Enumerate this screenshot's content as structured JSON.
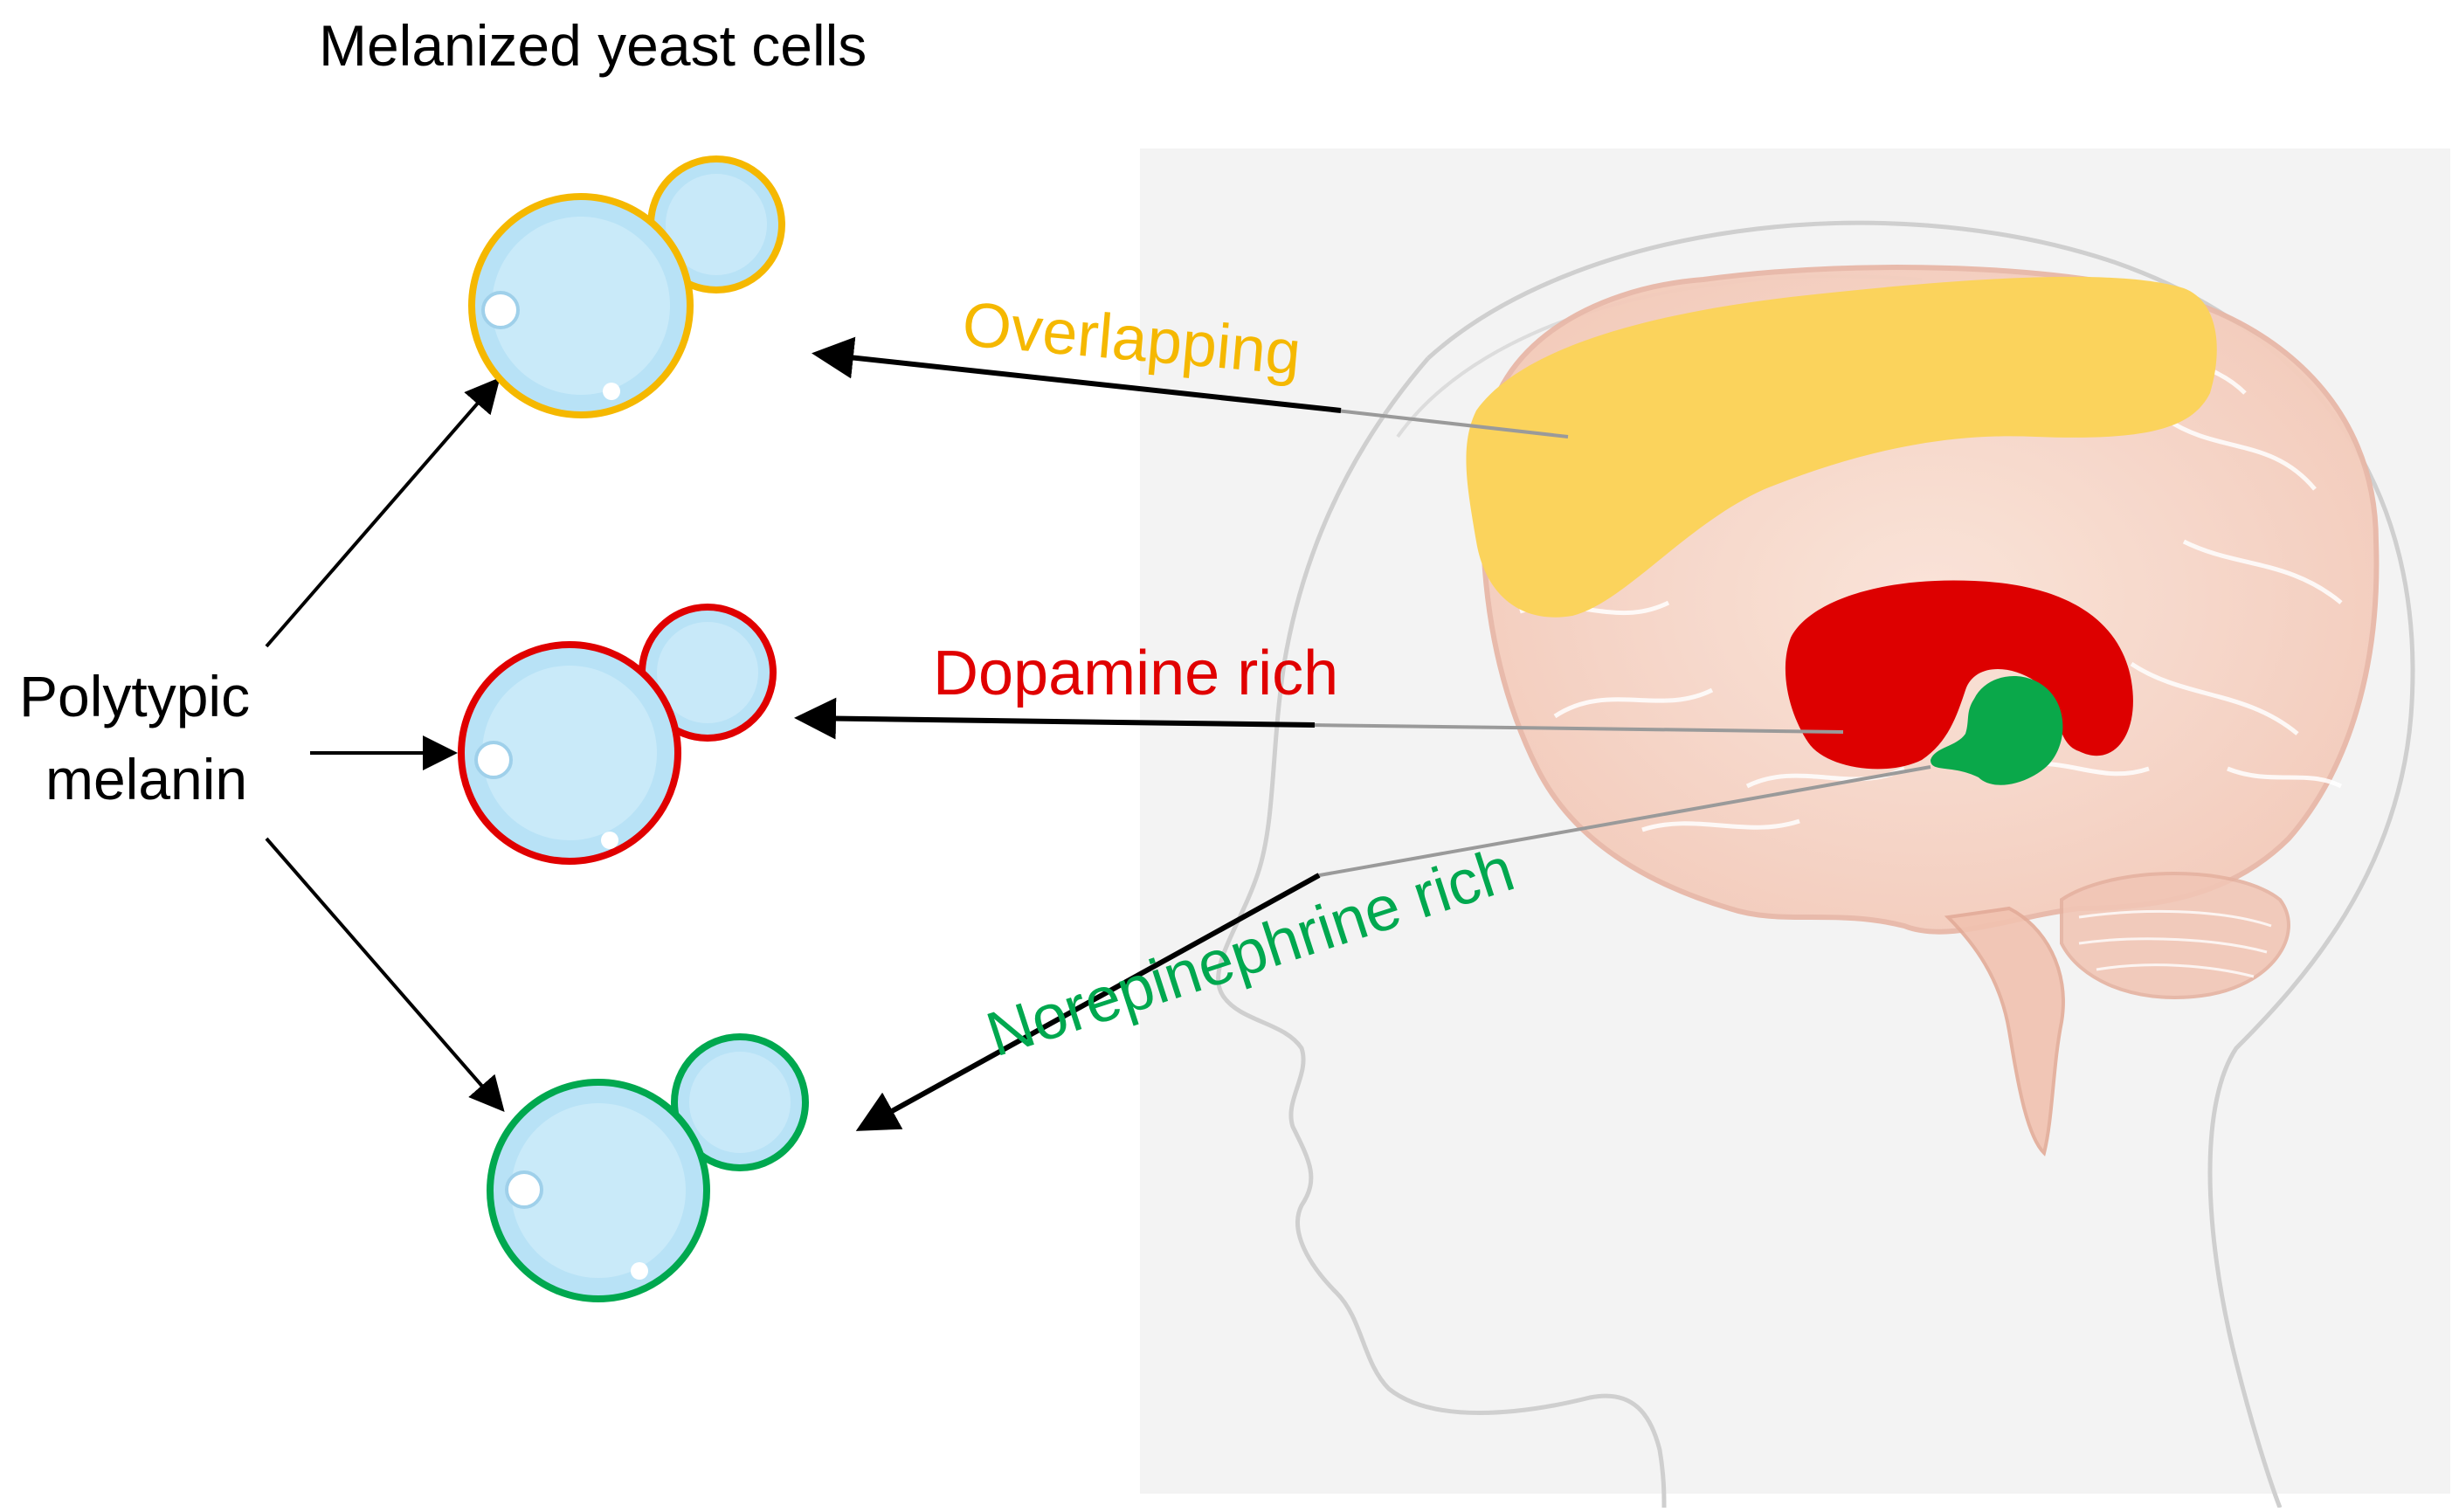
{
  "title": "Melanized yeast cells",
  "source_label_line1": "Polytypic",
  "source_label_line2": "melanin",
  "regions": [
    {
      "key": "overlapping",
      "label": "Overlapping",
      "color": "#f5b800",
      "fill": "#fbd35c"
    },
    {
      "key": "dopamine",
      "label": "Dopamine rich",
      "color": "#e00000",
      "fill": "#dd0000"
    },
    {
      "key": "norepinephrine",
      "label": "Norepinephrine rich",
      "color": "#00a84f",
      "fill": "#0aa84a"
    }
  ],
  "colors": {
    "cell_fill": "#b8e2f6",
    "cell_inner": "#d4eefb",
    "brain_tint": "#f6d2c4",
    "head_outline": "#cfcfcf",
    "panel_bg": "#f3f3f3",
    "arrow": "#000000"
  }
}
